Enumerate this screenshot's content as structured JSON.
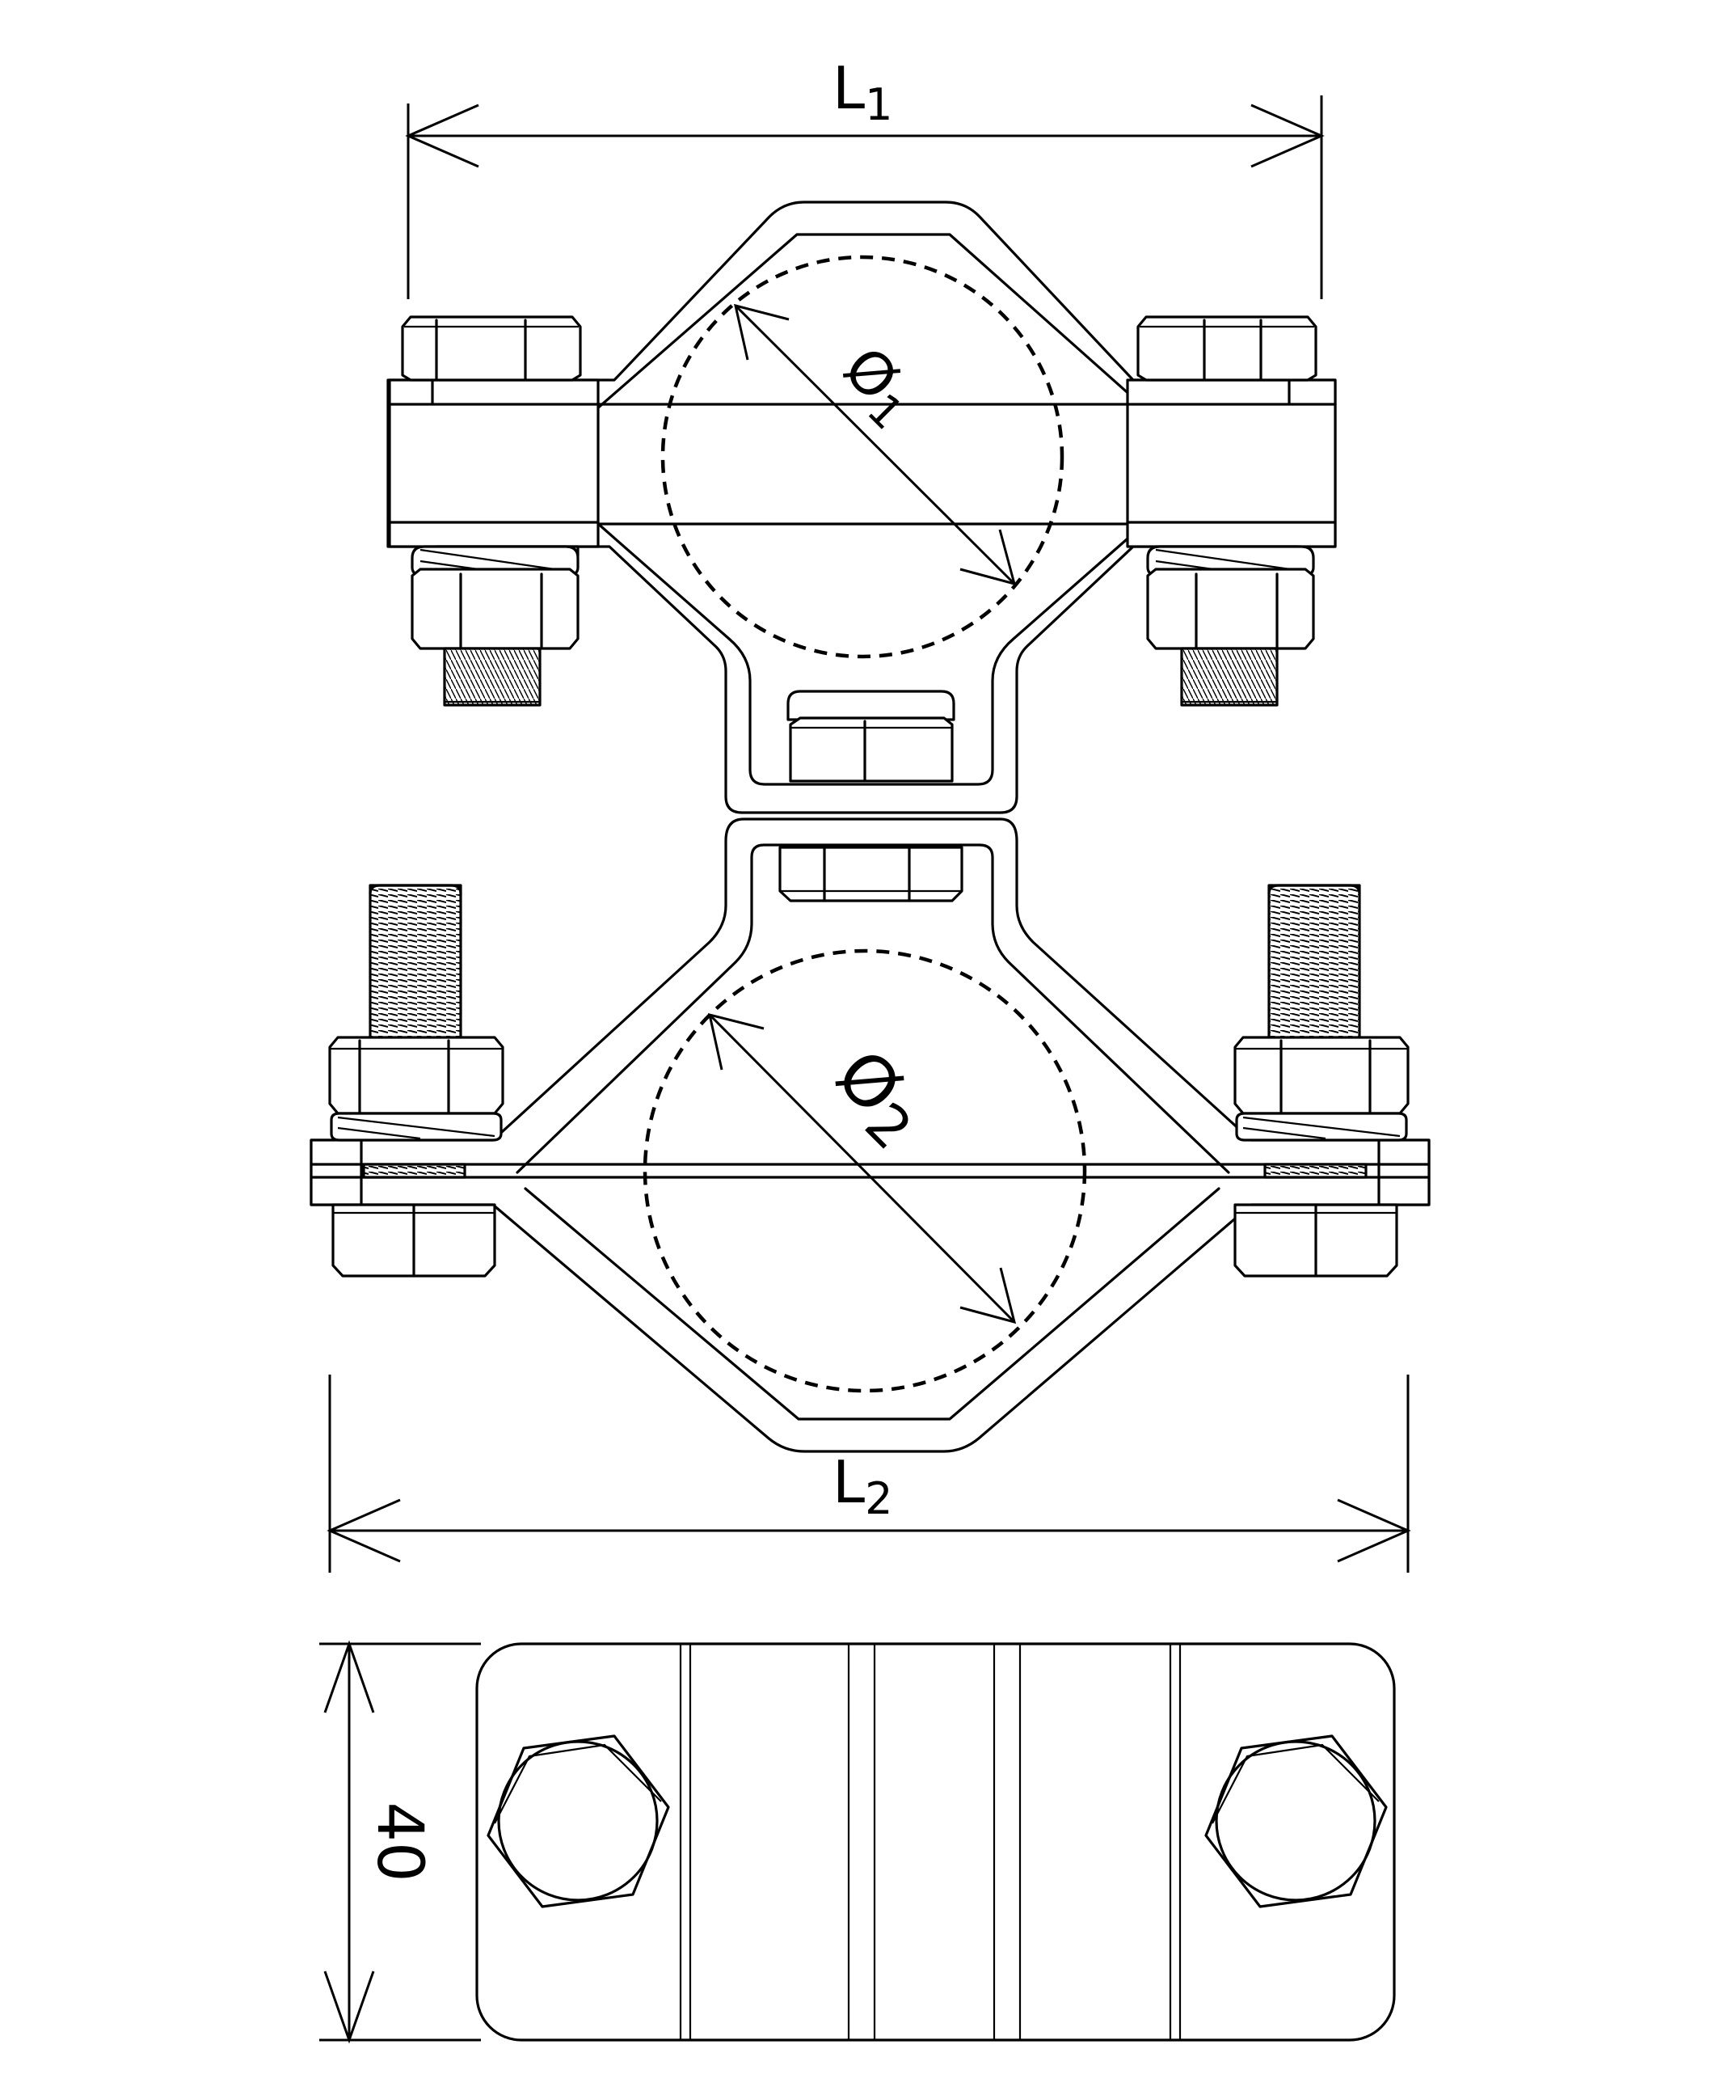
{
  "dimensions": {
    "l1": {
      "letter": "L",
      "sub": "1"
    },
    "l2": {
      "letter": "L",
      "sub": "2"
    },
    "d1": {
      "letter": "Ø",
      "sub": "1"
    },
    "d2": {
      "letter": "Ø",
      "sub": "2"
    },
    "height": "40"
  },
  "colors": {
    "line": "#000000",
    "background": "#ffffff"
  }
}
